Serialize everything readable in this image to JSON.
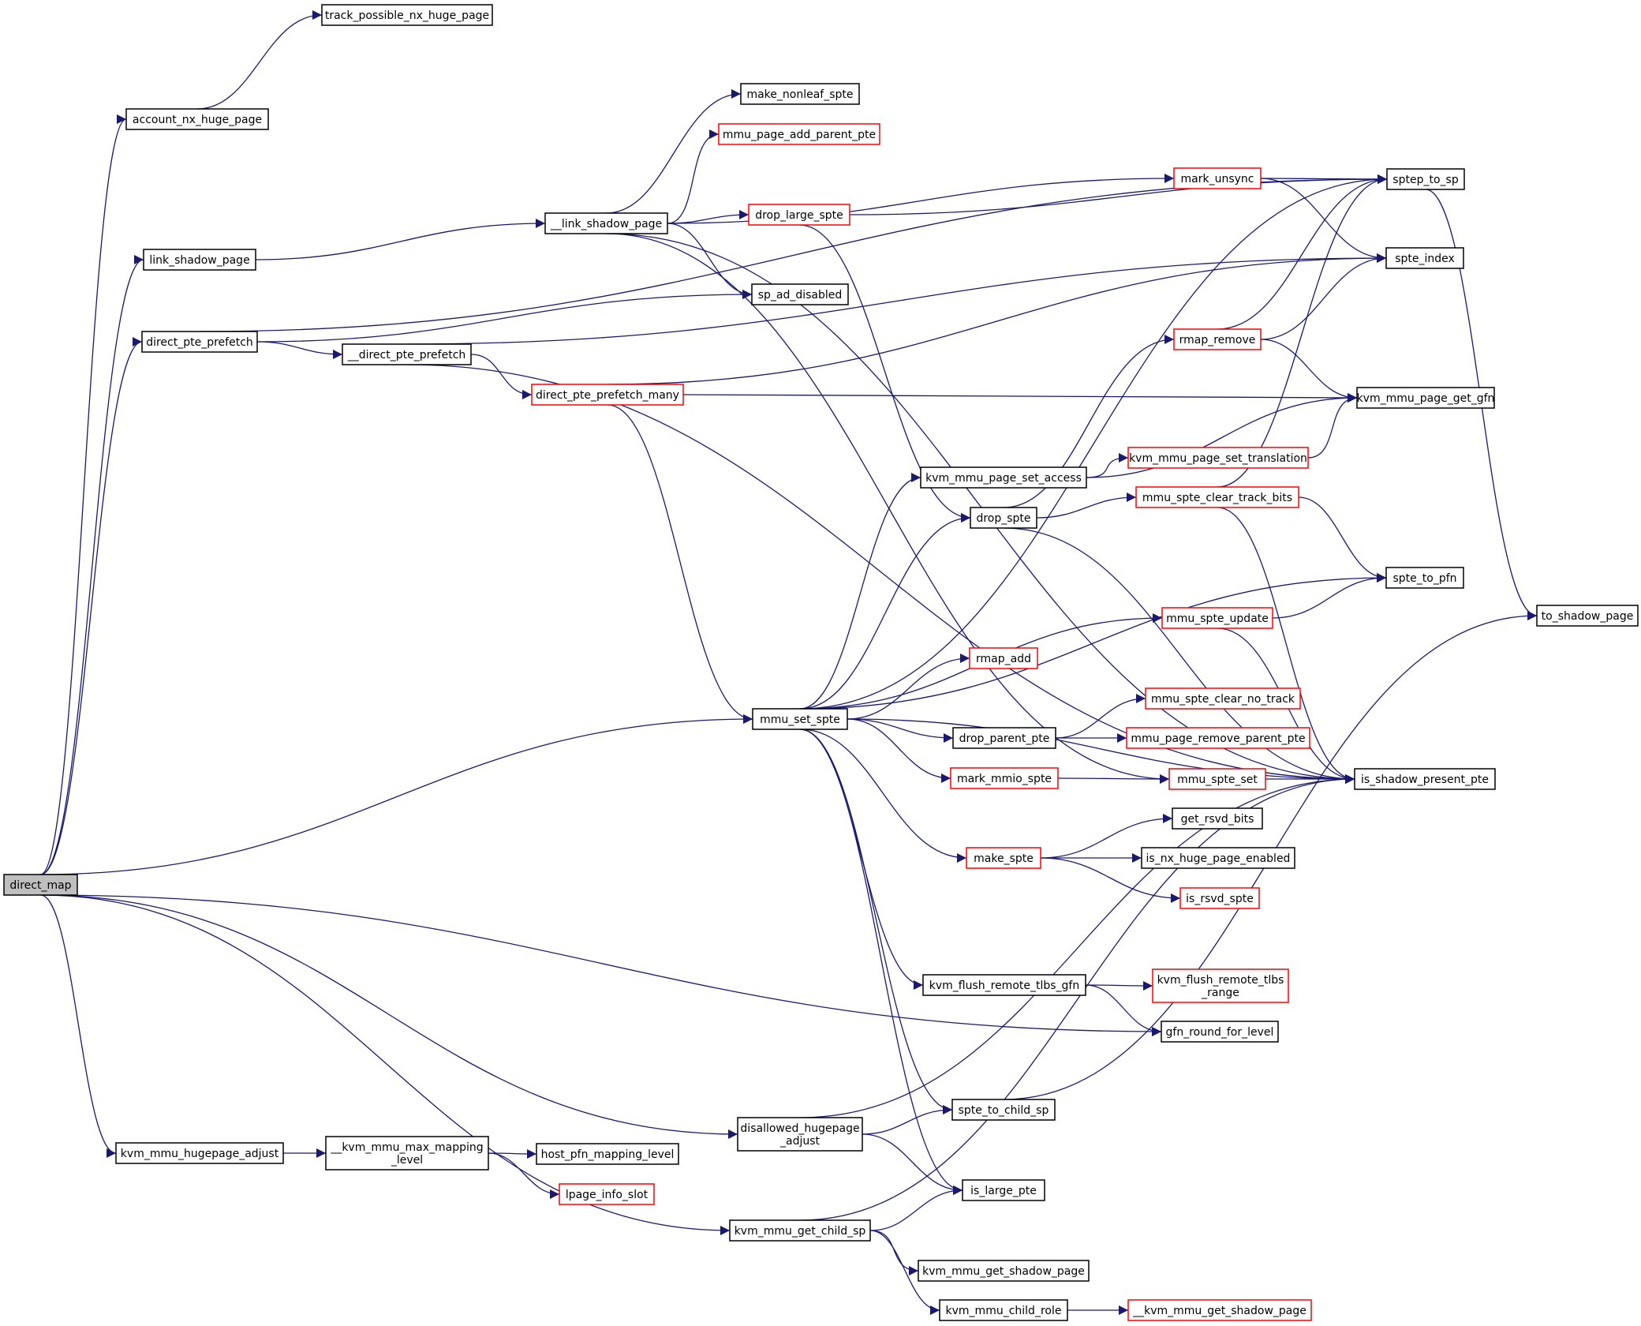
{
  "colors": {
    "edge": "#191970",
    "node_border": "#000000",
    "node_border_truncated": "#ff0000",
    "node_fill": "#ffffff",
    "root_fill": "#bfbfbf",
    "text": "#000000"
  },
  "nodes": [
    {
      "id": "direct_map",
      "lines": [
        "direct_map"
      ],
      "truncated": false,
      "root": true
    },
    {
      "id": "account_nx_huge_page",
      "lines": [
        "account_nx_huge_page"
      ],
      "truncated": false
    },
    {
      "id": "track_possible_nx_huge_page",
      "lines": [
        "track_possible_nx_huge_page"
      ],
      "truncated": false
    },
    {
      "id": "link_shadow_page",
      "lines": [
        "link_shadow_page"
      ],
      "truncated": false
    },
    {
      "id": "__link_shadow_page",
      "lines": [
        "__link_shadow_page"
      ],
      "truncated": false
    },
    {
      "id": "direct_pte_prefetch",
      "lines": [
        "direct_pte_prefetch"
      ],
      "truncated": false
    },
    {
      "id": "__direct_pte_prefetch",
      "lines": [
        "__direct_pte_prefetch"
      ],
      "truncated": false
    },
    {
      "id": "direct_pte_prefetch_many",
      "lines": [
        "direct_pte_prefetch_many"
      ],
      "truncated": true
    },
    {
      "id": "make_nonleaf_spte",
      "lines": [
        "make_nonleaf_spte"
      ],
      "truncated": false
    },
    {
      "id": "mmu_page_add_parent_pte",
      "lines": [
        "mmu_page_add_parent_pte"
      ],
      "truncated": true
    },
    {
      "id": "drop_large_spte",
      "lines": [
        "drop_large_spte"
      ],
      "truncated": true
    },
    {
      "id": "sp_ad_disabled",
      "lines": [
        "sp_ad_disabled"
      ],
      "truncated": false
    },
    {
      "id": "mark_unsync",
      "lines": [
        "mark_unsync"
      ],
      "truncated": true
    },
    {
      "id": "sptep_to_sp",
      "lines": [
        "sptep_to_sp"
      ],
      "truncated": false
    },
    {
      "id": "spte_index",
      "lines": [
        "spte_index"
      ],
      "truncated": false
    },
    {
      "id": "rmap_remove",
      "lines": [
        "rmap_remove"
      ],
      "truncated": true
    },
    {
      "id": "kvm_mmu_page_get_gfn",
      "lines": [
        "kvm_mmu_page_get_gfn"
      ],
      "truncated": false
    },
    {
      "id": "kvm_mmu_page_set_translation",
      "lines": [
        "kvm_mmu_page_set_translation"
      ],
      "truncated": true
    },
    {
      "id": "kvm_mmu_page_set_access",
      "lines": [
        "kvm_mmu_page_set_access"
      ],
      "truncated": false
    },
    {
      "id": "drop_spte",
      "lines": [
        "drop_spte"
      ],
      "truncated": false
    },
    {
      "id": "mmu_spte_clear_track_bits",
      "lines": [
        "mmu_spte_clear_track_bits"
      ],
      "truncated": true
    },
    {
      "id": "spte_to_pfn",
      "lines": [
        "spte_to_pfn"
      ],
      "truncated": false
    },
    {
      "id": "mmu_spte_update",
      "lines": [
        "mmu_spte_update"
      ],
      "truncated": true
    },
    {
      "id": "to_shadow_page",
      "lines": [
        "to_shadow_page"
      ],
      "truncated": false
    },
    {
      "id": "rmap_add",
      "lines": [
        "rmap_add"
      ],
      "truncated": true
    },
    {
      "id": "mmu_set_spte",
      "lines": [
        "mmu_set_spte"
      ],
      "truncated": false
    },
    {
      "id": "mmu_spte_clear_no_track",
      "lines": [
        "mmu_spte_clear_no_track"
      ],
      "truncated": true
    },
    {
      "id": "drop_parent_pte",
      "lines": [
        "drop_parent_pte"
      ],
      "truncated": false
    },
    {
      "id": "mmu_page_remove_parent_pte",
      "lines": [
        "mmu_page_remove_parent_pte"
      ],
      "truncated": true
    },
    {
      "id": "mark_mmio_spte",
      "lines": [
        "mark_mmio_spte"
      ],
      "truncated": true
    },
    {
      "id": "mmu_spte_set",
      "lines": [
        "mmu_spte_set"
      ],
      "truncated": true
    },
    {
      "id": "is_shadow_present_pte",
      "lines": [
        "is_shadow_present_pte"
      ],
      "truncated": false
    },
    {
      "id": "get_rsvd_bits",
      "lines": [
        "get_rsvd_bits"
      ],
      "truncated": false
    },
    {
      "id": "make_spte",
      "lines": [
        "make_spte"
      ],
      "truncated": true
    },
    {
      "id": "is_nx_huge_page_enabled",
      "lines": [
        "is_nx_huge_page_enabled"
      ],
      "truncated": false
    },
    {
      "id": "is_rsvd_spte",
      "lines": [
        "is_rsvd_spte"
      ],
      "truncated": true
    },
    {
      "id": "kvm_flush_remote_tlbs_gfn",
      "lines": [
        "kvm_flush_remote_tlbs_gfn"
      ],
      "truncated": false
    },
    {
      "id": "kvm_flush_remote_tlbs_range",
      "lines": [
        "kvm_flush_remote_tlbs",
        "_range"
      ],
      "truncated": true
    },
    {
      "id": "gfn_round_for_level",
      "lines": [
        "gfn_round_for_level"
      ],
      "truncated": false
    },
    {
      "id": "disallowed_hugepage_adjust",
      "lines": [
        "disallowed_hugepage",
        "_adjust"
      ],
      "truncated": false
    },
    {
      "id": "spte_to_child_sp",
      "lines": [
        "spte_to_child_sp"
      ],
      "truncated": false
    },
    {
      "id": "kvm_mmu_hugepage_adjust",
      "lines": [
        "kvm_mmu_hugepage_adjust"
      ],
      "truncated": false
    },
    {
      "id": "__kvm_mmu_max_mapping_level",
      "lines": [
        "__kvm_mmu_max_mapping",
        "_level"
      ],
      "truncated": false
    },
    {
      "id": "host_pfn_mapping_level",
      "lines": [
        "host_pfn_mapping_level"
      ],
      "truncated": false
    },
    {
      "id": "lpage_info_slot",
      "lines": [
        "lpage_info_slot"
      ],
      "truncated": true
    },
    {
      "id": "is_large_pte",
      "lines": [
        "is_large_pte"
      ],
      "truncated": false
    },
    {
      "id": "kvm_mmu_get_child_sp",
      "lines": [
        "kvm_mmu_get_child_sp"
      ],
      "truncated": false
    },
    {
      "id": "kvm_mmu_get_shadow_page",
      "lines": [
        "kvm_mmu_get_shadow_page"
      ],
      "truncated": false
    },
    {
      "id": "kvm_mmu_child_role",
      "lines": [
        "kvm_mmu_child_role"
      ],
      "truncated": false
    },
    {
      "id": "__kvm_mmu_get_shadow_page",
      "lines": [
        "__kvm_mmu_get_shadow_page"
      ],
      "truncated": true
    }
  ],
  "edges": [
    [
      "direct_map",
      "account_nx_huge_page"
    ],
    [
      "account_nx_huge_page",
      "track_possible_nx_huge_page"
    ],
    [
      "direct_map",
      "link_shadow_page"
    ],
    [
      "link_shadow_page",
      "__link_shadow_page"
    ],
    [
      "__link_shadow_page",
      "make_nonleaf_spte"
    ],
    [
      "__link_shadow_page",
      "mmu_page_add_parent_pte"
    ],
    [
      "__link_shadow_page",
      "mark_unsync"
    ],
    [
      "__link_shadow_page",
      "drop_large_spte"
    ],
    [
      "__link_shadow_page",
      "sp_ad_disabled"
    ],
    [
      "__link_shadow_page",
      "is_shadow_present_pte"
    ],
    [
      "__link_shadow_page",
      "mmu_spte_set"
    ],
    [
      "direct_map",
      "direct_pte_prefetch"
    ],
    [
      "direct_pte_prefetch",
      "sp_ad_disabled"
    ],
    [
      "direct_pte_prefetch",
      "__direct_pte_prefetch"
    ],
    [
      "direct_pte_prefetch",
      "sptep_to_sp"
    ],
    [
      "__direct_pte_prefetch",
      "direct_pte_prefetch_many"
    ],
    [
      "__direct_pte_prefetch",
      "spte_index"
    ],
    [
      "__direct_pte_prefetch",
      "is_shadow_present_pte"
    ],
    [
      "direct_pte_prefetch_many",
      "kvm_mmu_page_get_gfn"
    ],
    [
      "direct_pte_prefetch_many",
      "spte_index"
    ],
    [
      "direct_pte_prefetch_many",
      "mmu_set_spte"
    ],
    [
      "drop_large_spte",
      "sptep_to_sp"
    ],
    [
      "drop_large_spte",
      "drop_spte"
    ],
    [
      "mark_unsync",
      "sptep_to_sp"
    ],
    [
      "mark_unsync",
      "spte_index"
    ],
    [
      "sptep_to_sp",
      "to_shadow_page"
    ],
    [
      "rmap_remove",
      "sptep_to_sp"
    ],
    [
      "rmap_remove",
      "spte_index"
    ],
    [
      "rmap_remove",
      "kvm_mmu_page_get_gfn"
    ],
    [
      "kvm_mmu_page_set_access",
      "kvm_mmu_page_get_gfn"
    ],
    [
      "kvm_mmu_page_set_access",
      "kvm_mmu_page_set_translation"
    ],
    [
      "kvm_mmu_page_set_translation",
      "kvm_mmu_page_get_gfn"
    ],
    [
      "drop_spte",
      "rmap_remove"
    ],
    [
      "drop_spte",
      "mmu_spte_clear_track_bits"
    ],
    [
      "drop_spte",
      "is_shadow_present_pte"
    ],
    [
      "mmu_spte_clear_track_bits",
      "sptep_to_sp"
    ],
    [
      "mmu_spte_clear_track_bits",
      "spte_to_pfn"
    ],
    [
      "mmu_spte_clear_track_bits",
      "is_shadow_present_pte"
    ],
    [
      "mmu_spte_update",
      "spte_to_pfn"
    ],
    [
      "mmu_spte_update",
      "is_shadow_present_pte"
    ],
    [
      "direct_map",
      "mmu_set_spte"
    ],
    [
      "mmu_set_spte",
      "sptep_to_sp"
    ],
    [
      "mmu_set_spte",
      "kvm_mmu_page_set_access"
    ],
    [
      "mmu_set_spte",
      "drop_spte"
    ],
    [
      "mmu_set_spte",
      "spte_to_pfn"
    ],
    [
      "mmu_set_spte",
      "mmu_spte_update"
    ],
    [
      "mmu_set_spte",
      "rmap_add"
    ],
    [
      "mmu_set_spte",
      "drop_parent_pte"
    ],
    [
      "mmu_set_spte",
      "mark_mmio_spte"
    ],
    [
      "mmu_set_spte",
      "make_spte"
    ],
    [
      "mmu_set_spte",
      "is_shadow_present_pte"
    ],
    [
      "mmu_set_spte",
      "kvm_flush_remote_tlbs_gfn"
    ],
    [
      "mmu_set_spte",
      "spte_to_child_sp"
    ],
    [
      "mmu_set_spte",
      "is_large_pte"
    ],
    [
      "drop_parent_pte",
      "mmu_spte_clear_no_track"
    ],
    [
      "drop_parent_pte",
      "mmu_page_remove_parent_pte"
    ],
    [
      "mark_mmio_spte",
      "mmu_spte_set"
    ],
    [
      "mmu_spte_set",
      "is_shadow_present_pte"
    ],
    [
      "make_spte",
      "get_rsvd_bits"
    ],
    [
      "make_spte",
      "is_nx_huge_page_enabled"
    ],
    [
      "make_spte",
      "is_rsvd_spte"
    ],
    [
      "kvm_flush_remote_tlbs_gfn",
      "kvm_flush_remote_tlbs_range"
    ],
    [
      "kvm_flush_remote_tlbs_gfn",
      "gfn_round_for_level"
    ],
    [
      "direct_map",
      "gfn_round_for_level"
    ],
    [
      "direct_map",
      "disallowed_hugepage_adjust"
    ],
    [
      "disallowed_hugepage_adjust",
      "spte_to_child_sp"
    ],
    [
      "disallowed_hugepage_adjust",
      "is_shadow_present_pte"
    ],
    [
      "disallowed_hugepage_adjust",
      "is_large_pte"
    ],
    [
      "spte_to_child_sp",
      "to_shadow_page"
    ],
    [
      "direct_map",
      "kvm_mmu_hugepage_adjust"
    ],
    [
      "kvm_mmu_hugepage_adjust",
      "__kvm_mmu_max_mapping_level"
    ],
    [
      "__kvm_mmu_max_mapping_level",
      "host_pfn_mapping_level"
    ],
    [
      "__kvm_mmu_max_mapping_level",
      "lpage_info_slot"
    ],
    [
      "direct_map",
      "kvm_mmu_get_child_sp"
    ],
    [
      "kvm_mmu_get_child_sp",
      "is_large_pte"
    ],
    [
      "kvm_mmu_get_child_sp",
      "is_shadow_present_pte"
    ],
    [
      "kvm_mmu_get_child_sp",
      "kvm_mmu_get_shadow_page"
    ],
    [
      "kvm_mmu_get_child_sp",
      "kvm_mmu_child_role"
    ],
    [
      "kvm_mmu_child_role",
      "__kvm_mmu_get_shadow_page"
    ]
  ]
}
